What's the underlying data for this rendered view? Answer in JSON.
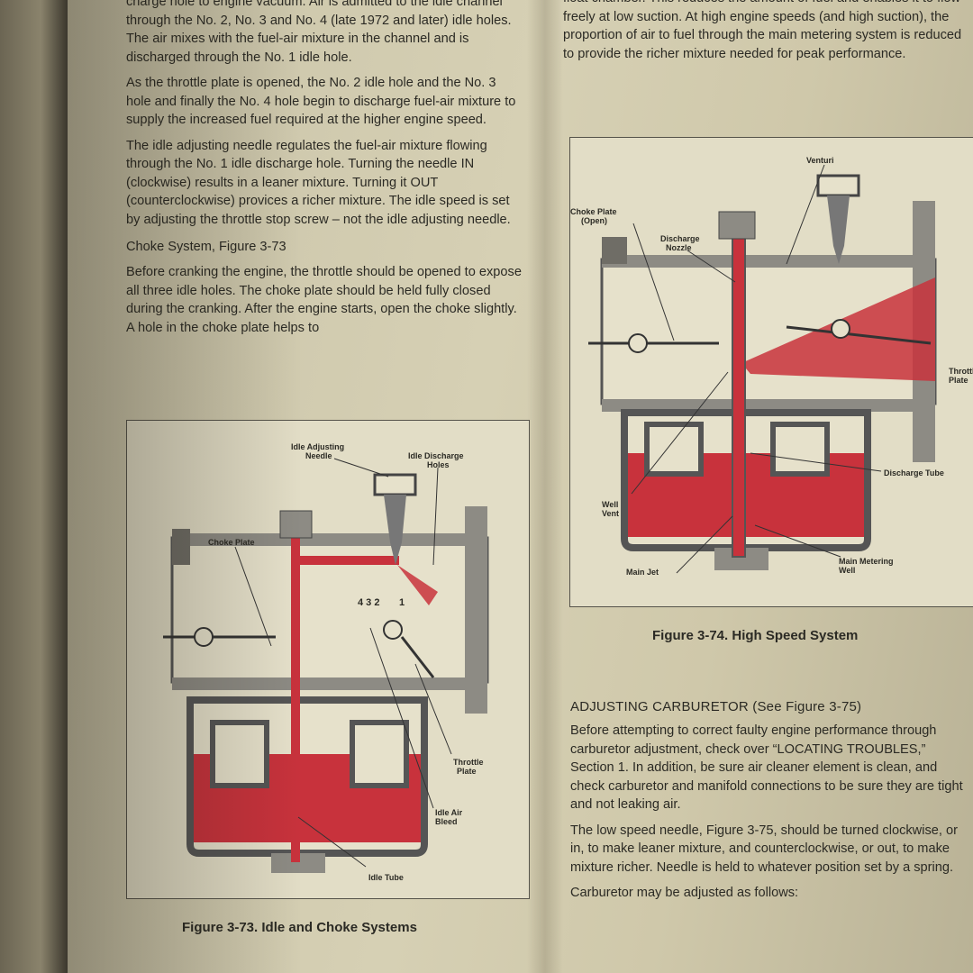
{
  "left_column": {
    "p1": "charge hole to engine vacuum. Air is admitted to the idle channel through the No. 2, No. 3 and No. 4 (late 1972 and later) idle holes. The air mixes with the fuel-air mixture in the channel and is discharged through the No. 1 idle hole.",
    "p2": "As the throttle plate is opened, the No. 2 idle hole and the No. 3 hole and finally the No. 4 hole begin to discharge fuel-air mixture to supply the increased fuel required at the higher engine speed.",
    "p3": "The idle adjusting needle regulates the fuel-air mixture flowing through the No. 1 idle discharge hole. Turning the needle IN (clockwise) results in a leaner mixture. Turning it OUT (counterclockwise) provices a richer mixture. The idle speed is set by adjusting the throttle stop screw – not the idle adjusting needle.",
    "choke_heading": "Choke System, Figure 3-73",
    "p4": "Before cranking the engine, the throttle should be opened to expose all three idle holes. The choke plate should be held fully closed during the cranking. After the engine starts, open the choke slightly. A hole in the choke plate helps to"
  },
  "right_column": {
    "p1": "float chamber. This reduces the amount of fuel and enables it to flow freely at low suction. At high engine speeds (and high suction), the proportion of air to fuel through the main metering system is reduced to provide the richer mixture needed for peak performance.",
    "adjust_heading": "ADJUSTING CARBURETOR (See Figure 3-75)",
    "p2": "Before attempting to correct faulty engine performance through carburetor adjustment, check over “LOCATING TROUBLES,” Section 1. In addition, be sure air cleaner element is clean, and check carburetor and manifold connections to be sure they are tight and not leaking air.",
    "p3": "The low speed needle, Figure 3-75, should be turned clockwise, or in, to make leaner mixture, and counterclockwise, or out, to make mixture richer. Needle is held to whatever position set by a spring.",
    "p4": "Carburetor may be adjusted as follows:"
  },
  "figure_73": {
    "caption": "Figure 3-73. Idle and Choke Systems",
    "labels": {
      "idle_adjusting_needle_1": "Idle Adjusting",
      "idle_adjusting_needle_2": "Needle",
      "idle_discharge_holes_1": "Idle Discharge",
      "idle_discharge_holes_2": "Holes",
      "choke_plate": "Choke Plate",
      "hole_numbers": "4 3 2",
      "hole_one": "1",
      "throttle_plate_1": "Throttle",
      "throttle_plate_2": "Plate",
      "idle_air_bleed_1": "Idle Air",
      "idle_air_bleed_2": "Bleed",
      "idle_tube": "Idle Tube"
    }
  },
  "figure_74": {
    "caption": "Figure 3-74. High Speed System",
    "labels": {
      "venturi": "Venturi",
      "choke_plate_1": "Choke Plate",
      "choke_plate_2": "(Open)",
      "discharge_nozzle_1": "Discharge",
      "discharge_nozzle_2": "Nozzle",
      "throttle_plate_1": "Throttle",
      "throttle_plate_2": "Plate",
      "discharge_tube": "Discharge Tube",
      "well_vent_1": "Well",
      "well_vent_2": "Vent",
      "main_jet": "Main Jet",
      "main_metering_well_1": "Main Metering",
      "main_metering_well_2": "Well"
    }
  },
  "colors": {
    "paper": "#d6d0b4",
    "ink": "#2b2a24",
    "fuel_red": "#c8323c",
    "metal_gray": "#8d8b84"
  }
}
